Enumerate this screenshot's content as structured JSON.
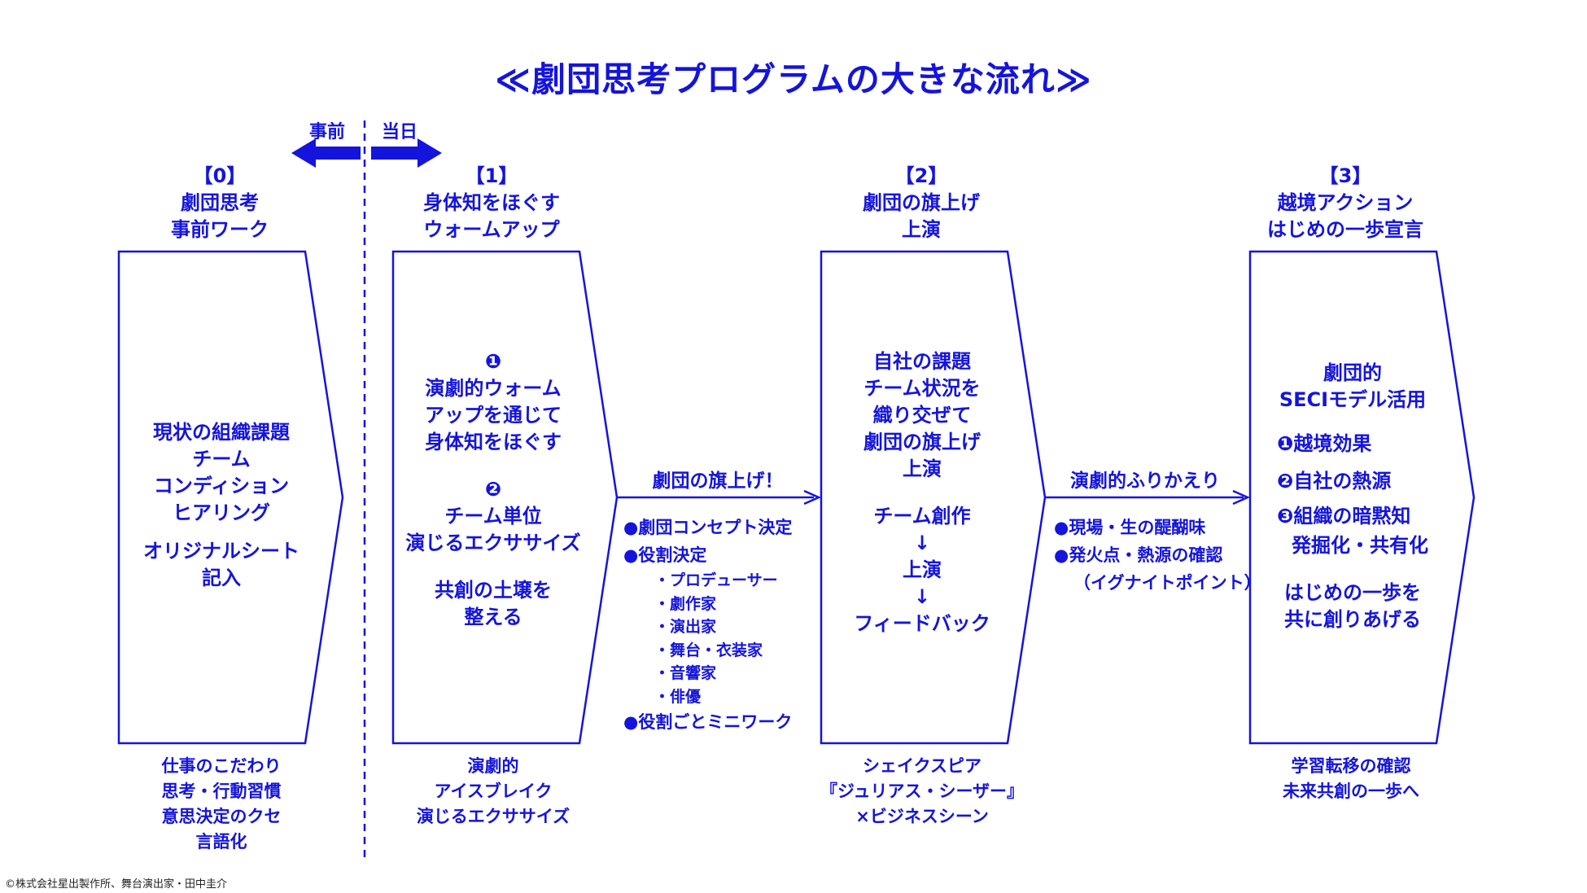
{
  "title": "≪劇団思考プログラムの大きな流れ≫",
  "timeline": {
    "before_label": "事前",
    "day_label": "当日"
  },
  "phases": [
    {
      "number": "【0】",
      "name_line1": "劇団思考",
      "name_line2": "事前ワーク",
      "content": [
        "現状の組織課題",
        "チーム",
        "コンディション",
        "ヒアリング",
        "オリジナルシート",
        "記入"
      ],
      "notes": [
        "仕事のこだわり",
        "思考・行動習慣",
        "意思決定のクセ",
        "言語化"
      ]
    },
    {
      "number": "【1】",
      "name_line1": "身体知をほぐす",
      "name_line2": "ウォームアップ",
      "content": [
        "❶",
        "演劇的ウォーム",
        "アップを通じて",
        "身体知をほぐす",
        "❷",
        "チーム単位",
        "演じるエクササイズ",
        "共創の土壌を",
        "整える"
      ],
      "notes": [
        "演劇的",
        "アイスブレイク",
        "演じるエクササイズ"
      ]
    },
    {
      "number": "【2】",
      "name_line1": "劇団の旗上げ",
      "name_line2": "上演",
      "content": [
        "自社の課題",
        "チーム状況を",
        "織り交ぜて",
        "劇団の旗上げ",
        "上演",
        "チーム創作",
        "↓",
        "上演",
        "↓",
        "フィードバック"
      ],
      "notes": [
        "シェイクスピア",
        "『ジュリアス・シーザー』",
        "×ビジネスシーン"
      ]
    },
    {
      "number": "【3】",
      "name_line1": "越境アクション",
      "name_line2": "はじめの一歩宣言",
      "content": [
        "劇団的",
        "SECIモデル活用",
        "❶越境効果",
        "❷自社の熱源",
        "❸組織の暗黙知",
        "発掘化・共有化",
        "はじめの一歩を",
        "共に創りあげる"
      ],
      "notes": [
        "学習転移の確認",
        "未来共創の一歩へ"
      ]
    }
  ],
  "connectors": [
    {
      "label": "劇団の旗上げ！",
      "items": [
        "●劇団コンセプト決定",
        "●役割決定"
      ],
      "sub_items": [
        "・プロデューサー",
        "・劇作家",
        "・演出家",
        "・舞台・衣装家",
        "・音響家",
        "・俳優"
      ],
      "tail_item": "●役割ごとミニワーク"
    },
    {
      "label": "演劇的ふりかえり",
      "items": [
        "●現場・生の醍醐味",
        "●発火点・熱源の確認"
      ],
      "note": "（イグナイトポイント）"
    }
  ],
  "copyright": "©株式会社星出製作所、舞台演出家・田中圭介",
  "colors": {
    "primary": "#1414dc",
    "background": "#ffffff"
  }
}
